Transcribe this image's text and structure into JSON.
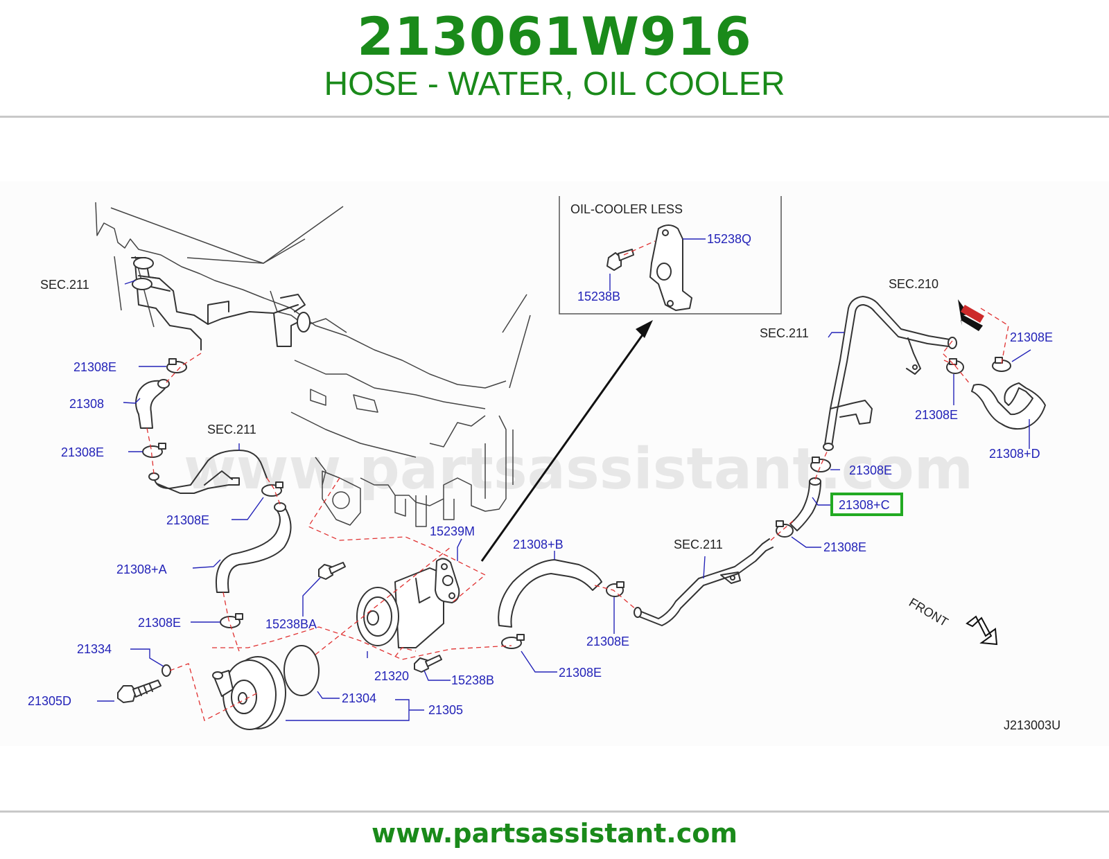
{
  "header": {
    "part_number": "213061W916",
    "title": "HOSE - WATER, OIL COOLER"
  },
  "watermark": "www.partsassistant.com",
  "footer": {
    "url": "www.partsassistant.com"
  },
  "diagram": {
    "code": "J213003U",
    "front_label": "FRONT",
    "inset": {
      "title": "OIL-COOLER   LESS",
      "labels": [
        "15238Q",
        "15238B"
      ]
    },
    "sec_labels": [
      "SEC.211",
      "SEC.211",
      "SEC.211",
      "SEC.211",
      "SEC.210"
    ],
    "part_labels": [
      "21308E",
      "21308",
      "21308E",
      "21308E",
      "21308+A",
      "21308E",
      "21334",
      "21305D",
      "15238BA",
      "15239M",
      "21320",
      "15238B",
      "21304",
      "21305",
      "21308+B",
      "21308E",
      "21308E",
      "21308E",
      "21308+C",
      "21308E",
      "21308E",
      "21308E",
      "21308+D"
    ],
    "highlighted_part": "21308+C",
    "highlight_color": "#22aa22"
  },
  "colors": {
    "brand_green": "#1a8a1a",
    "label_blue": "#2323b8",
    "dash_red": "#e03030"
  }
}
